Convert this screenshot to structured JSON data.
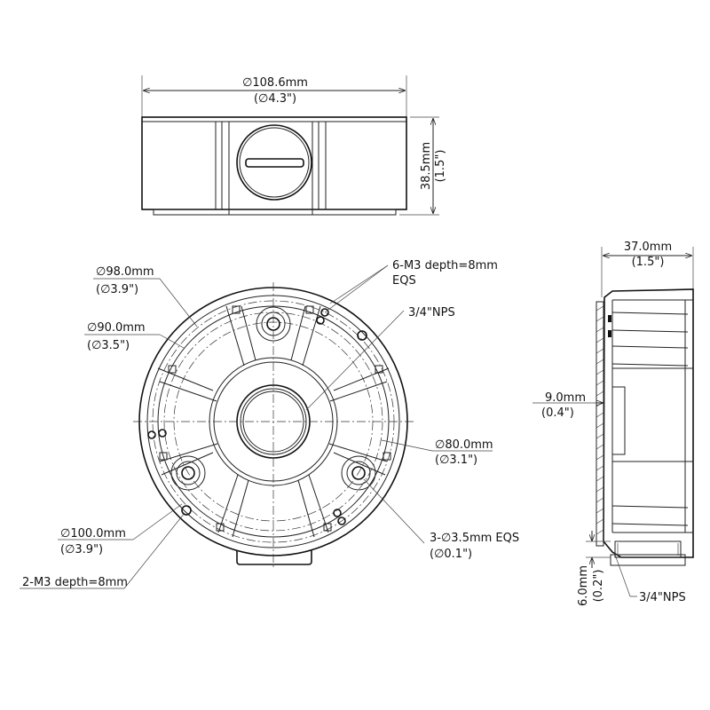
{
  "top_view": {
    "diameter_mm": "∅108.6mm",
    "diameter_in": "(∅4.3\")",
    "height_mm": "38.5mm",
    "height_in": "(1.5\")"
  },
  "bottom_view": {
    "d98_mm": "∅98.0mm",
    "d98_in": "(∅3.9\")",
    "d90_mm": "∅90.0mm",
    "d90_in": "(∅3.5\")",
    "m3_holes": "6-M3 depth=8mm",
    "m3_eqs": "EQS",
    "nps": "3/4\"NPS",
    "d80_mm": "∅80.0mm",
    "d80_in": "(∅3.1\")",
    "holes_35": "3-∅3.5mm EQS",
    "holes_35_in": "(∅0.1\")",
    "d100_mm": "∅100.0mm",
    "d100_in": "(∅3.9\")",
    "m3_two": "2-M3 depth=8mm"
  },
  "side_view": {
    "depth_mm": "37.0mm",
    "depth_in": "(1.5\")",
    "wall_mm": "9.0mm",
    "wall_in": "(0.4\")",
    "thread_mm": "6.0mm",
    "thread_in": "(0.2\")",
    "nps": "3/4\"NPS"
  }
}
